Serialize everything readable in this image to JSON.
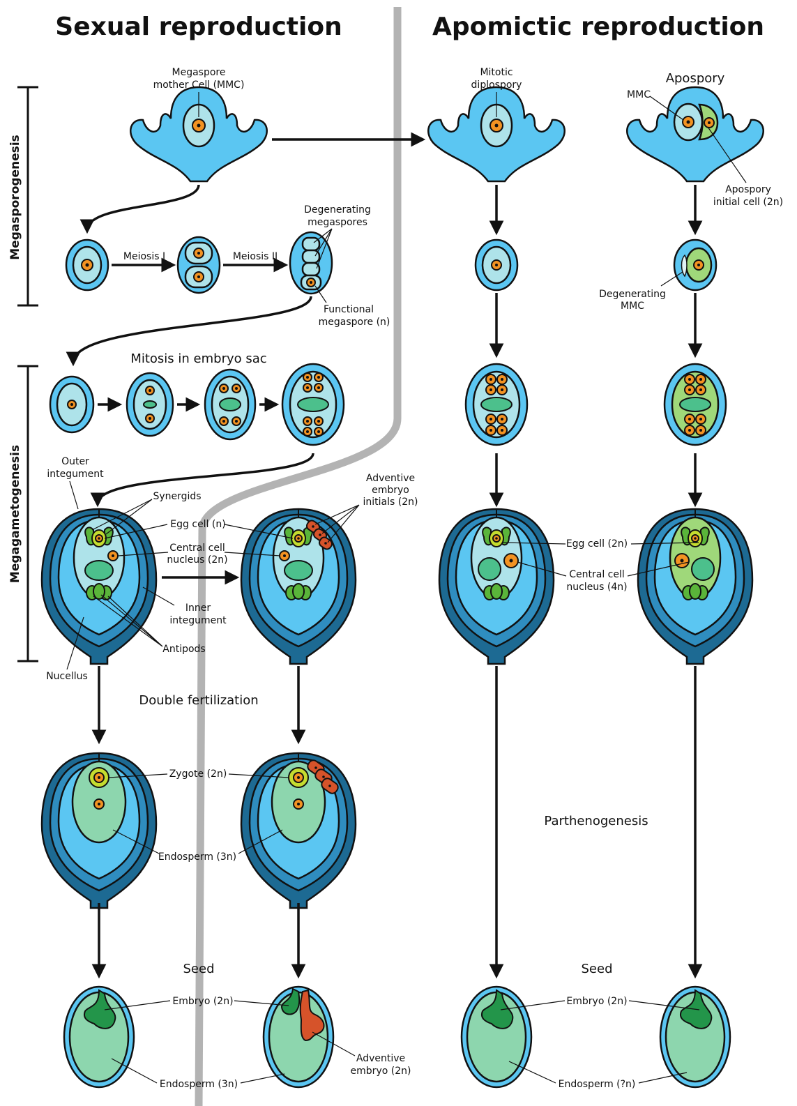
{
  "headers": {
    "sexual": "Sexual reproduction",
    "apomictic": "Apomictic reproduction"
  },
  "side_labels": {
    "megasporogenesis": "Megasporogenesis",
    "megagametogenesis": "Megagametogenesis"
  },
  "labels": {
    "megaspore_mmc_1": "Megaspore",
    "megaspore_mmc_2": "mother Cell (MMC)",
    "meiosis_1": "Meiosis I",
    "meiosis_2": "Meiosis II",
    "degenerating_1": "Degenerating",
    "degenerating_2": "megaspores",
    "functional_1": "Functional",
    "functional_2": "megaspore (n)",
    "mitosis": "Mitosis in embryo sac",
    "outer_1": "Outer",
    "outer_2": "integument",
    "synergids": "Synergids",
    "egg_n": "Egg cell (n)",
    "central_1": "Central cell",
    "central_2": "nucleus (2n)",
    "inner_1": "Inner",
    "inner_2": "integument",
    "antipods": "Antipods",
    "nucellus": "Nucellus",
    "adventive_initials_1": "Adventive",
    "adventive_initials_2": "embryo",
    "adventive_initials_3": "initials (2n)",
    "double_fert": "Double fertilization",
    "zygote": "Zygote (2n)",
    "endosperm_3n": "Endosperm (3n)",
    "seed_left": "Seed",
    "embryo_2n_left": "Embryo (2n)",
    "endosperm_3n_seed": "Endosperm (3n)",
    "adventive_embryo_1": "Adventive",
    "adventive_embryo_2": "embryo (2n)",
    "mitotic_1": "Mitotic",
    "mitotic_2": "diplospory",
    "apospory": "Apospory",
    "mmc": "MMC",
    "apospory_initial_1": "Apospory",
    "apospory_initial_2": "initial cell (2n)",
    "degen_mmc_1": "Degenerating",
    "degen_mmc_2": "MMC",
    "egg_2n": "Egg cell (2n)",
    "central4_1": "Central cell",
    "central4_2": "nucleus (4n)",
    "parthenogenesis": "Parthenogenesis",
    "seed_right": "Seed",
    "embryo_2n_right": "Embryo (2n)",
    "endosperm_q": "Endosperm (?n)"
  },
  "colors": {
    "outer_integument": "#1d6a93",
    "inner_integument": "#2f8dbf",
    "nucellus": "#5bc6f2",
    "embryo_sac": "#aee3ea",
    "aposporous_sac": "#9fd87a",
    "endosperm": "#8dd6ae",
    "central_vacuole": "#4cc08c",
    "synergid_antipod": "#5ab53a",
    "egg": "#c5dc2f",
    "nucleus": "#f39322",
    "adventive": "#d6532a",
    "embryo": "#23954a",
    "divider": "#b3b3b3"
  }
}
